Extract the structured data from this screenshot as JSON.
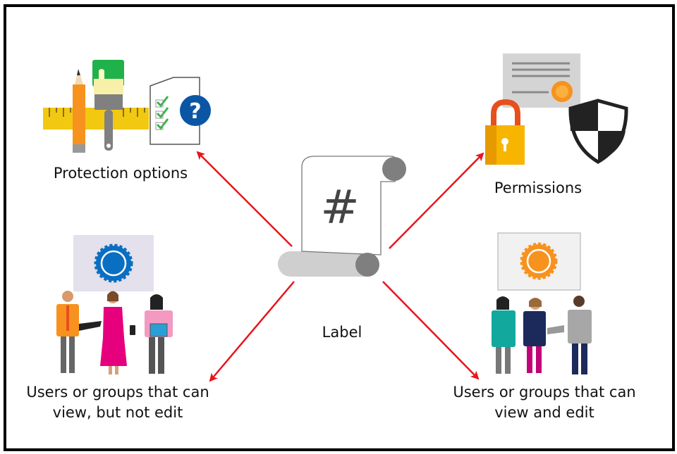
{
  "diagram": {
    "center_label": "Label",
    "center_symbol": "#",
    "nodes": [
      {
        "id": "protection",
        "title": "Protection options",
        "icons": [
          "ruler-icon",
          "pencil-icon",
          "paint-brush-icon",
          "checklist-icon",
          "question-icon"
        ]
      },
      {
        "id": "permissions",
        "title": "Permissions",
        "icons": [
          "certificate-icon",
          "padlock-icon",
          "shield-icon"
        ]
      },
      {
        "id": "view-only",
        "title_lines": [
          "Users or groups that can",
          "view, but not edit"
        ],
        "icons": [
          "blue-seal-icon",
          "people-icon"
        ]
      },
      {
        "id": "view-edit",
        "title_lines": [
          "Users or groups that can",
          "view and edit"
        ],
        "icons": [
          "orange-seal-icon",
          "people-icon"
        ]
      }
    ]
  },
  "colors": {
    "arrow": "#e8141c",
    "ruler": "#f2c811",
    "pencil": "#f7921e",
    "brush_paint": "#1fb24a",
    "question": "#0b56a4",
    "check": "#39b54a",
    "lock_body": "#f7b500",
    "lock_shackle": "#e6501c",
    "seal_blue": "#0a6fc2",
    "seal_orange": "#f7921e",
    "certificate": "#d4d4d4",
    "panel_lavender": "#e4e0ec",
    "panel_grey": "#f1f1f1"
  }
}
